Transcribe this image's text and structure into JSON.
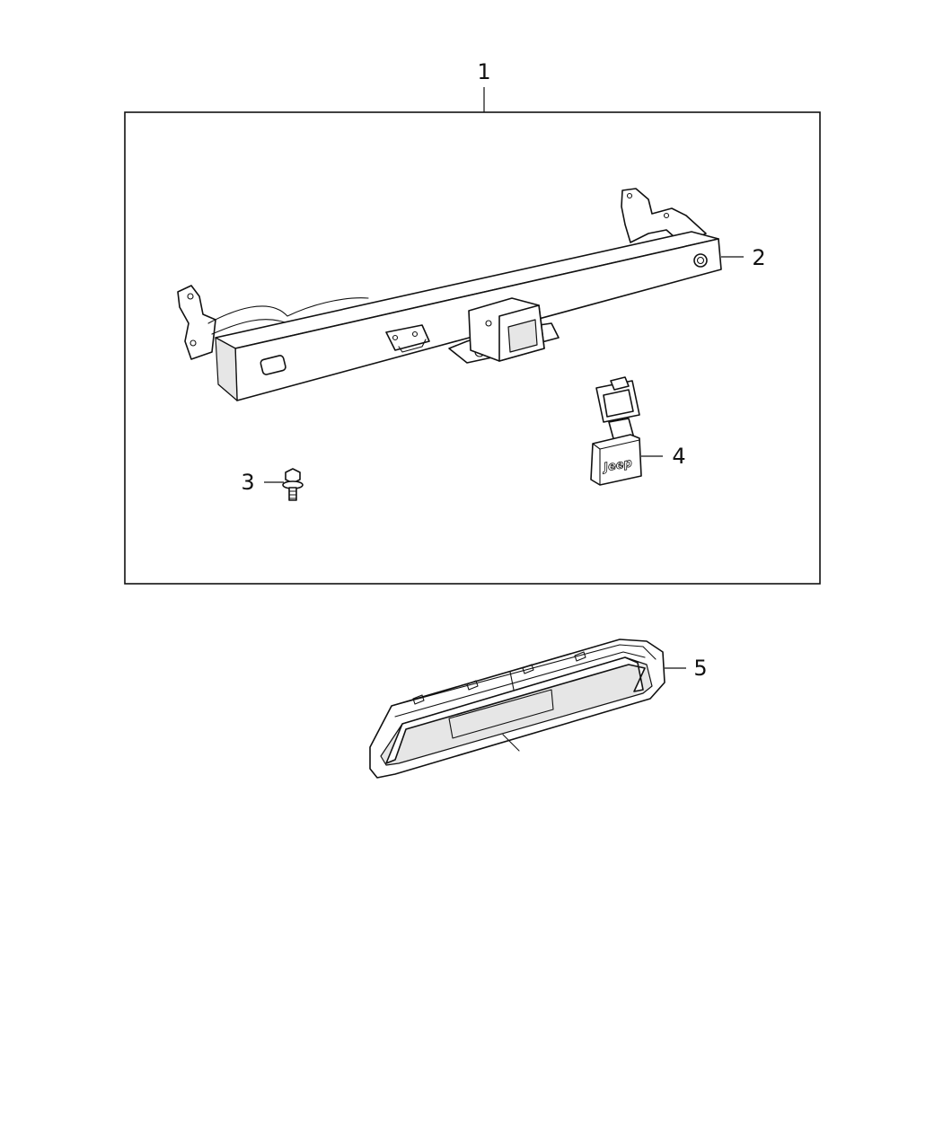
{
  "callouts": [
    {
      "id": "1",
      "label": "1"
    },
    {
      "id": "2",
      "label": "2"
    },
    {
      "id": "3",
      "label": "3"
    },
    {
      "id": "4",
      "label": "4"
    },
    {
      "id": "5",
      "label": "5"
    }
  ],
  "logo": {
    "text": "Jeep"
  }
}
